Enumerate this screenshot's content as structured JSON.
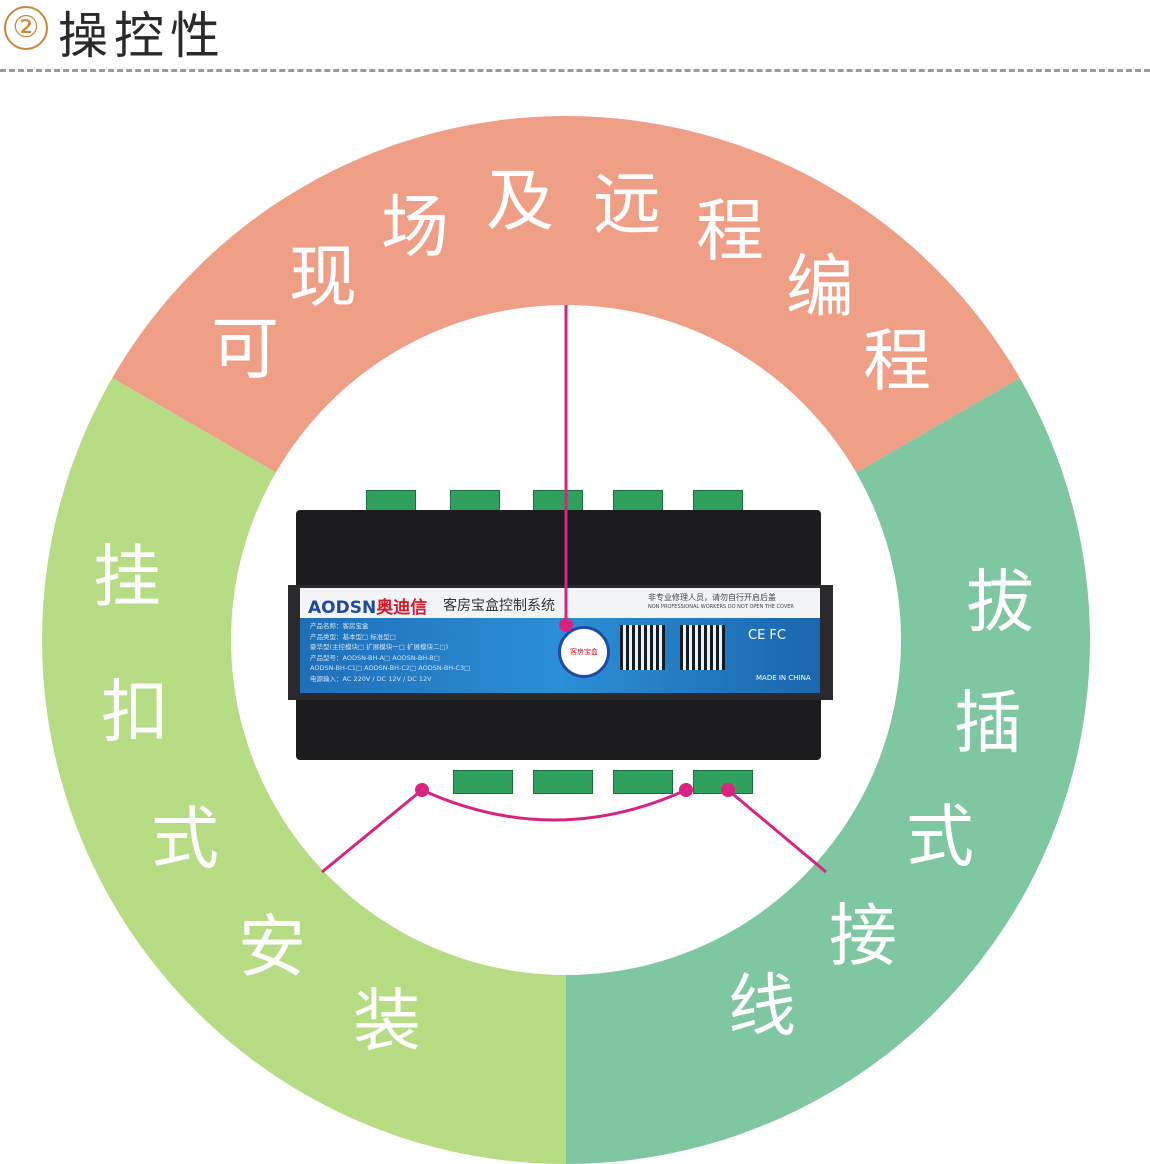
{
  "header": {
    "number": "②",
    "title": "操控性"
  },
  "segments": [
    {
      "label": "可现场及远程编程",
      "color": "#ee9f86"
    },
    {
      "label": "挂扣式安装",
      "color": "#b6dc84"
    },
    {
      "label": "拔插式接线",
      "color": "#7fc7a1"
    }
  ],
  "accent": "#d62480",
  "device": {
    "brand": "AODSN",
    "brand_cn": "奥迪信",
    "system": "客房宝盒控制系统",
    "warning_cn": "非专业修理人员，请勿自行开启后盖",
    "warning_en": "NON PROFESSIONAL WORKERS DO NOT OPEN THE COVER",
    "spec_lines": [
      "产品名称：客房宝盒",
      "产品类型：基本型□ 标准型□",
      "豪华型(主控模块□ 扩展模块一□ 扩展模块二□)",
      "产品型号：AODSN-BH-A□ AODSN-BH-B□",
      "AODSN-BH-C1□ AODSN-BH-C2□ AODSN-BH-C3□",
      "电源输入：AC 220V / DC 12V / DC 12V"
    ],
    "seal": "客房宝盒",
    "certs": "CE FC",
    "made": "MADE IN CHINA"
  }
}
